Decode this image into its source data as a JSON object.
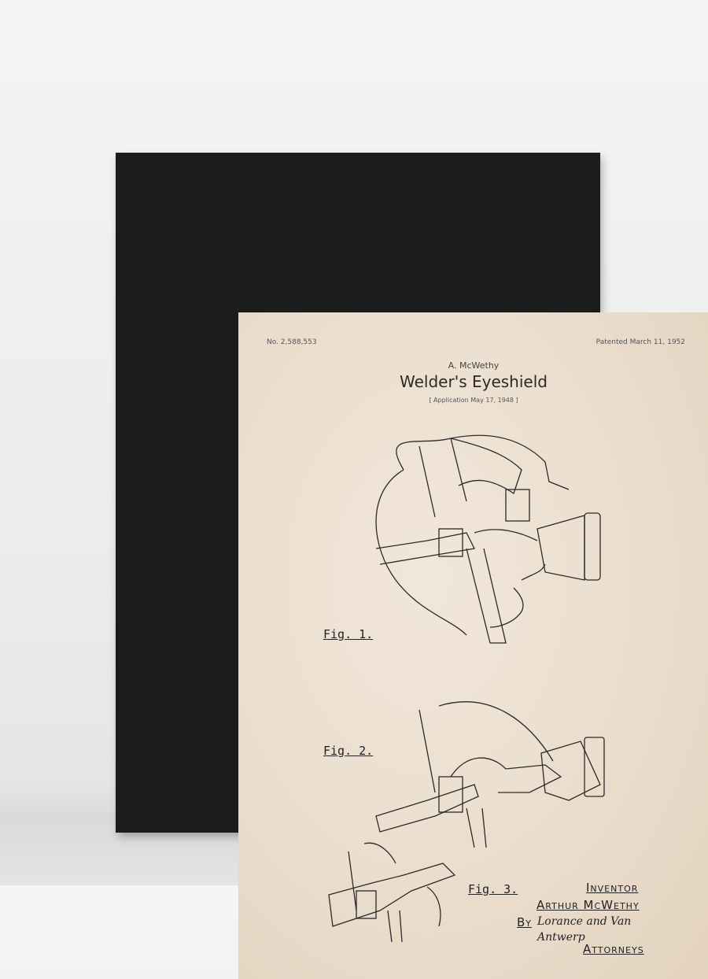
{
  "poster": {
    "patent_number": "No. 2,588,553",
    "patented_date": "Patented March 11, 1952",
    "inventor_short": "A. McWethy",
    "title": "Welder's Eyeshield",
    "application": "[ Application May 17, 1948 ]",
    "figures": [
      "Fig. 1.",
      "Fig. 2.",
      "Fig. 3."
    ],
    "signature": {
      "inventor_label": "Inventor",
      "inventor_name": "Arthur McWethy",
      "by": "By",
      "attorneys_script": "Lorance and Van Antwerp",
      "attorneys_label": "Attorneys"
    }
  }
}
